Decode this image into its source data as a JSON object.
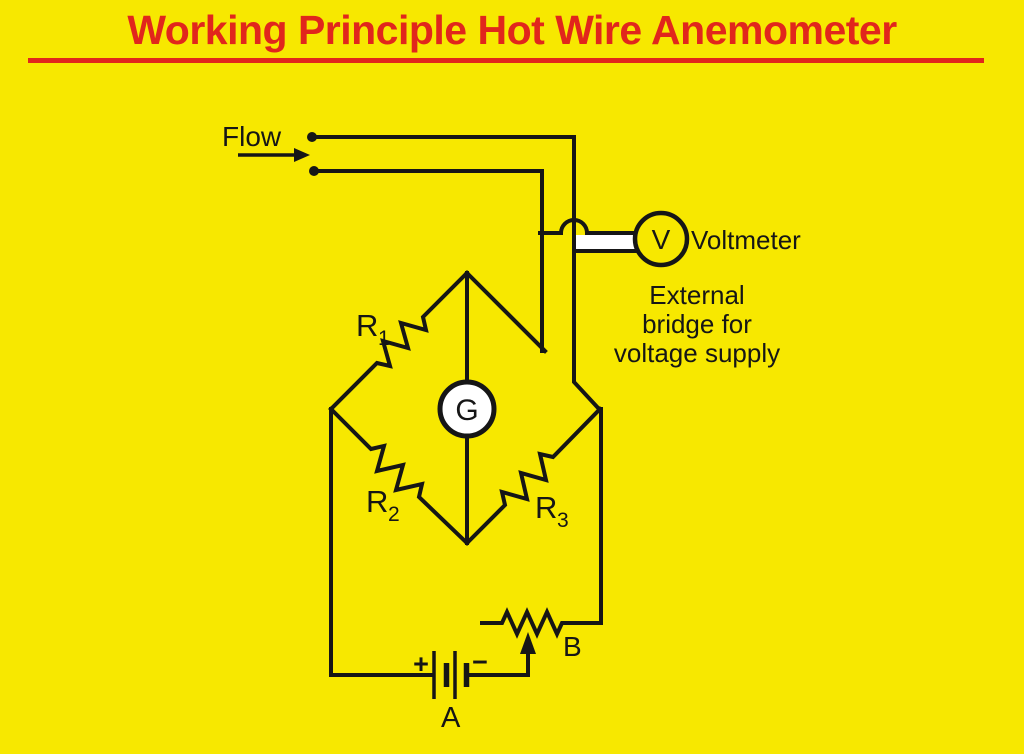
{
  "title": {
    "text": "Working Principle Hot Wire Anemometer"
  },
  "flow": {
    "label": "Flow"
  },
  "voltmeter": {
    "symbol": "V",
    "label": "Voltmeter"
  },
  "note": {
    "lines": [
      "External",
      "bridge for",
      "voltage supply"
    ]
  },
  "bridge": {
    "galvanometer_symbol": "G",
    "resistors": [
      {
        "base": "R",
        "sub": "1"
      },
      {
        "base": "R",
        "sub": "2"
      },
      {
        "base": "R",
        "sub": "3"
      }
    ]
  },
  "supply": {
    "battery_label": "A",
    "rheostat_label": "B",
    "positive_sign": "+",
    "negative_sign": "−"
  },
  "colors": {
    "background": "#F7E800",
    "title_red": "#E1261C",
    "line": "#161616",
    "meter_fill_g": "#FFFFFF"
  }
}
